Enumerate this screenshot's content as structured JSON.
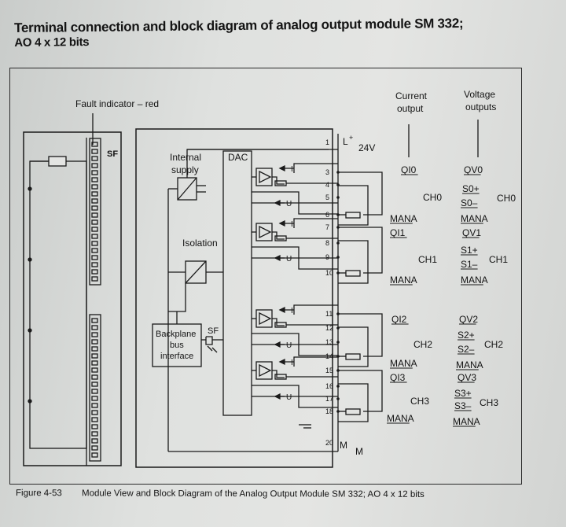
{
  "title": {
    "line1": "Terminal connection and block diagram of analog output module SM 332;",
    "line2": "AO 4 x 12 bits"
  },
  "labels": {
    "fault_indicator": "Fault indicator – red",
    "sf_led": "SF",
    "sf_bus": "SF",
    "internal_supply_1": "Internal",
    "internal_supply_2": "supply",
    "dac": "DAC",
    "isolation": "Isolation",
    "backplane_1": "Backplane",
    "backplane_2": "bus",
    "backplane_3": "interface",
    "l_plus": "L",
    "l_plus_sup": "+",
    "v24": "24V",
    "m_term": "M",
    "m_outside": "M",
    "current_output_1": "Current",
    "current_output_2": "output",
    "voltage_outputs_1": "Voltage",
    "voltage_outputs_2": "outputs",
    "amp_i": "I",
    "amp_u": "U"
  },
  "terminals": [
    "1",
    "3",
    "4",
    "5",
    "6",
    "7",
    "8",
    "9",
    "10",
    "11",
    "12",
    "13",
    "14",
    "15",
    "16",
    "17",
    "18",
    "20"
  ],
  "current_labels": {
    "qi0": "QI0",
    "mana0": "MANA",
    "qi1": "QI1",
    "mana1": "MANA",
    "qi2": "QI2",
    "mana2": "MANA",
    "qi3": "QI3",
    "mana3": "MANA"
  },
  "voltage_labels": {
    "qv0": "QV0",
    "s0p": "S0+",
    "s0m": "S0–",
    "mana0": "MANA",
    "qv1": "QV1",
    "s1p": "S1+",
    "s1m": "S1–",
    "mana1": "MANA",
    "qv2": "QV2",
    "s2p": "S2+",
    "s2m": "S2–",
    "mana2": "MANA",
    "qv3": "QV3",
    "s3p": "S3+",
    "s3m": "S3–",
    "mana3": "MANA"
  },
  "channels": {
    "ch0_current": "CH0",
    "ch0_voltage": "CH0",
    "ch1_current": "CH1",
    "ch1_voltage": "CH1",
    "ch2_current": "CH2",
    "ch2_voltage": "CH2",
    "ch3_current": "CH3",
    "ch3_voltage": "CH3"
  },
  "caption": {
    "number": "Figure 4-53",
    "text": "Module View and Block Diagram of the Analog Output Module SM 332; AO 4 x 12 bits"
  }
}
